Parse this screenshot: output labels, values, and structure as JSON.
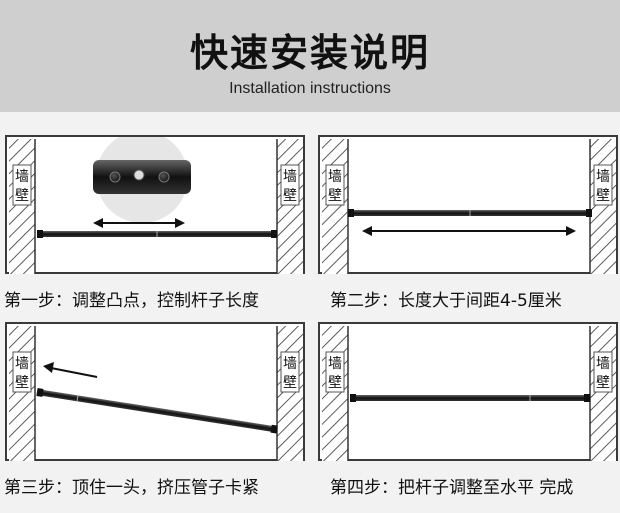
{
  "header": {
    "title": "快速安装说明",
    "subtitle": "Installation instructions"
  },
  "wall_label": "墙壁",
  "steps": [
    {
      "caption": "第一步：调整凸点，控制杆子长度"
    },
    {
      "caption": "第二步：长度大于间距4-5厘米"
    },
    {
      "caption": "第三步：顶住一头，挤压管子卡紧"
    },
    {
      "caption": "第四步：把杆子调整至水平 完成"
    }
  ]
}
